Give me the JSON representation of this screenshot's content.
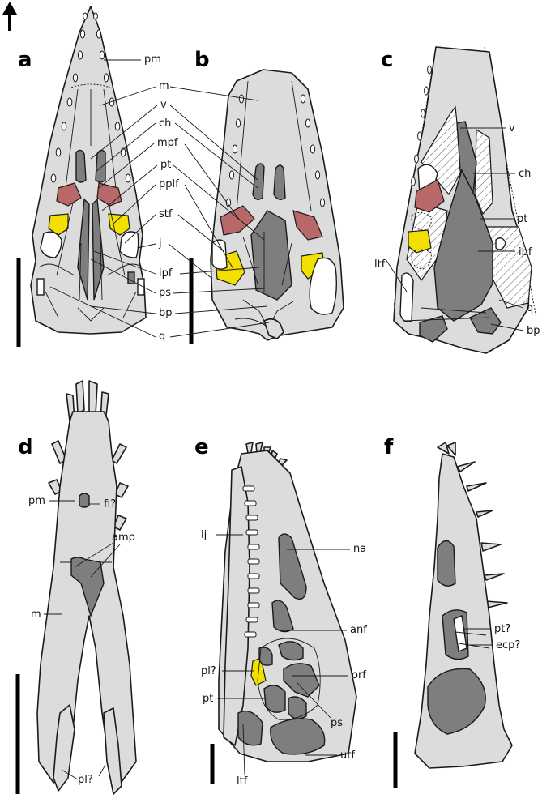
{
  "panels": {
    "a": {
      "letter": "a",
      "labels": {
        "pm": "pm",
        "m": "m",
        "v": "v",
        "ch": "ch",
        "mpf": "mpf",
        "pt": "pt",
        "pplf": "pplf",
        "stf": "stf",
        "j": "j",
        "ipf": "ipf",
        "ps": "ps",
        "bp": "bp",
        "q": "q"
      }
    },
    "b": {
      "letter": "b"
    },
    "c": {
      "letter": "c",
      "labels": {
        "v": "v",
        "ch": "ch",
        "pt": "pt",
        "ipf": "ipf",
        "ltf": "ltf",
        "q": "q",
        "bp": "bp"
      }
    },
    "d": {
      "letter": "d",
      "labels": {
        "pm": "pm",
        "fi": "fi?",
        "amp": "amp",
        "m": "m",
        "pl": "pl?"
      }
    },
    "e": {
      "letter": "e",
      "labels": {
        "lj": "lj",
        "na": "na",
        "anf": "anf",
        "pl": "pl?",
        "orf": "orf",
        "pt": "pt",
        "ps": "ps",
        "ltf": "ltf",
        "utf": "utf"
      }
    },
    "f": {
      "letter": "f",
      "labels": {
        "pt": "pt?",
        "ecp": "ecp?"
      }
    }
  },
  "legend_colors": {
    "bone": "#dcdcdc",
    "fenestra": "#7e7e7e",
    "highlight_red": "#b86868",
    "highlight_yellow": "#f3e000"
  },
  "icons": {
    "orientation": "up-arrow-icon"
  }
}
